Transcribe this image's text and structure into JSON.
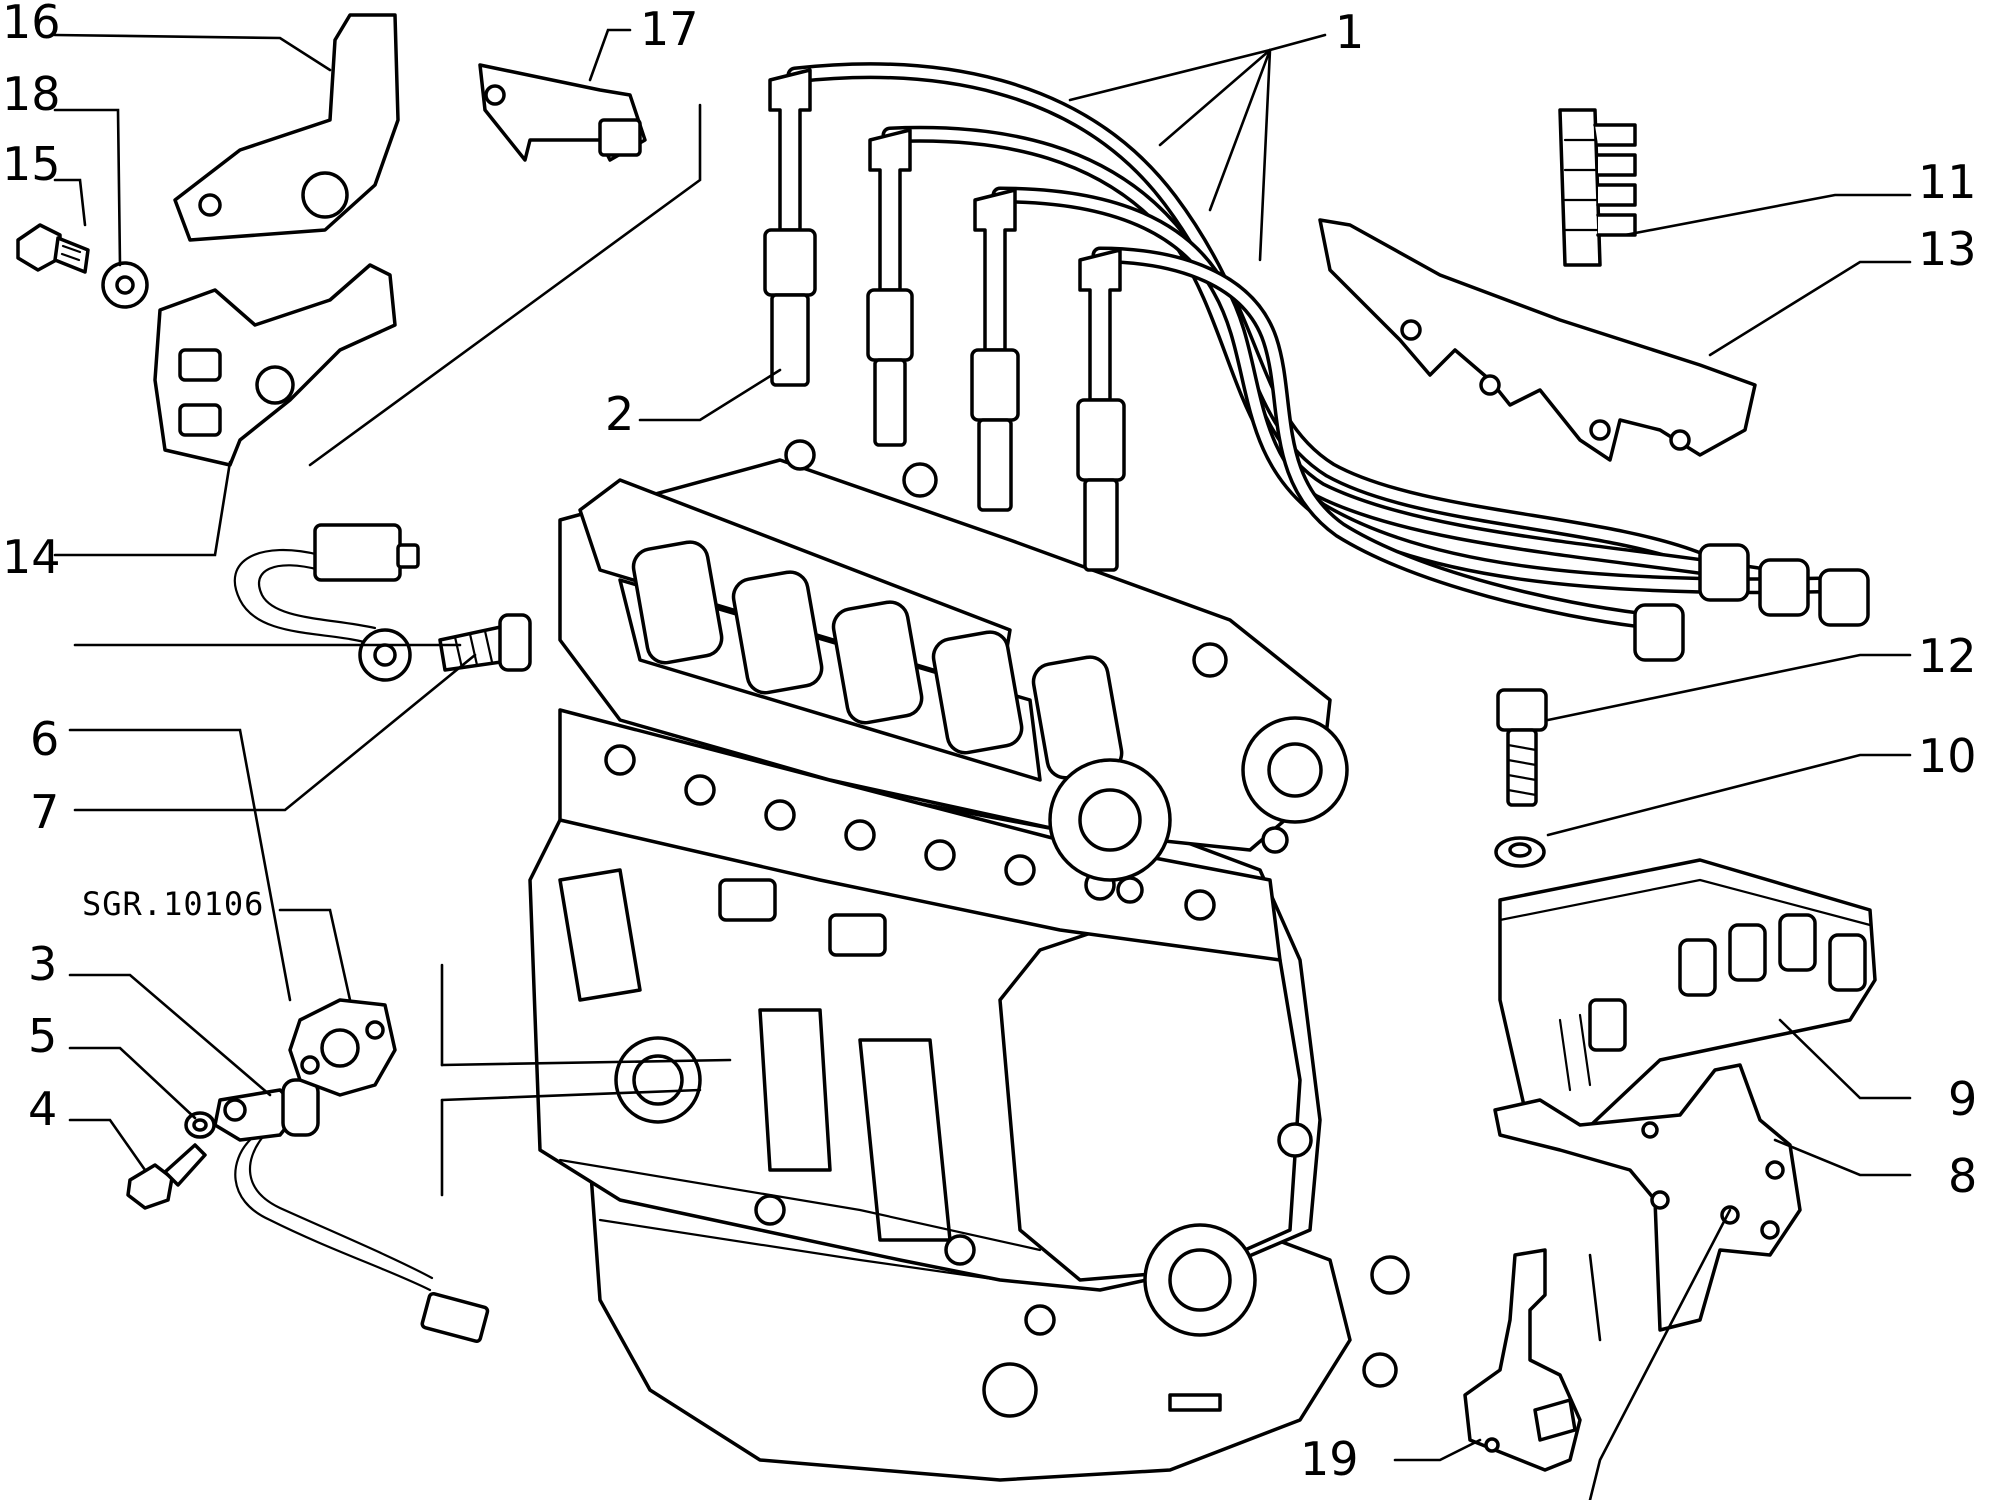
{
  "diagram": {
    "reference_code": "SGR.10106",
    "callouts": [
      "1",
      "2",
      "3",
      "4",
      "5",
      "6",
      "7",
      "8",
      "9",
      "10",
      "11",
      "12",
      "13",
      "14",
      "15",
      "16",
      "17",
      "18",
      "19"
    ]
  }
}
